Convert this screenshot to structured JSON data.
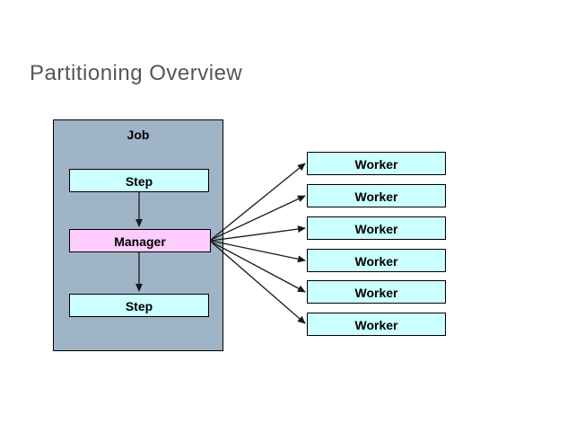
{
  "slide": {
    "title": "Partitioning Overview"
  },
  "diagram": {
    "job_group": {
      "label": "Job"
    },
    "step_top": {
      "label": "Step"
    },
    "manager": {
      "label": "Manager"
    },
    "step_bottom": {
      "label": "Step"
    },
    "workers": [
      {
        "label": "Worker"
      },
      {
        "label": "Worker"
      },
      {
        "label": "Worker"
      },
      {
        "label": "Worker"
      },
      {
        "label": "Worker"
      },
      {
        "label": "Worker"
      }
    ],
    "edges": [
      {
        "from": "step-top",
        "to": "manager"
      },
      {
        "from": "manager",
        "to": "step-bottom"
      },
      {
        "from": "manager",
        "to": "worker-1"
      },
      {
        "from": "manager",
        "to": "worker-2"
      },
      {
        "from": "manager",
        "to": "worker-3"
      },
      {
        "from": "manager",
        "to": "worker-4"
      },
      {
        "from": "manager",
        "to": "worker-5"
      },
      {
        "from": "manager",
        "to": "worker-6"
      }
    ],
    "colors": {
      "group_fill": "#a0b4c8",
      "step_fill": "#ccffff",
      "manager_fill": "#ffccff",
      "worker_fill": "#ccffff",
      "border": "#000000",
      "title_text": "#565656",
      "node_text": "#000000",
      "arrow": "#1a1a1a",
      "background": "#ffffff"
    }
  }
}
